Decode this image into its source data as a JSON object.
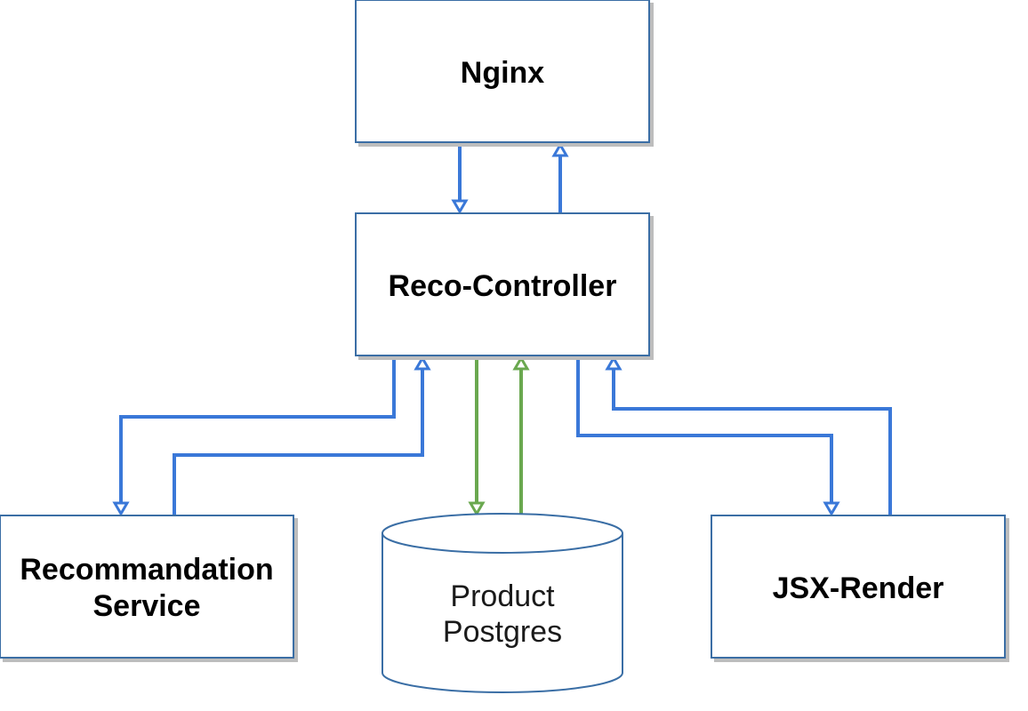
{
  "colors": {
    "node_border": "#3a6ea5",
    "node_fill": "#ffffff",
    "node_shadow": "#c8c8c8",
    "edge_blue": "#3a78d8",
    "edge_green": "#6aa84f",
    "label_text": "#000000"
  },
  "nodes": {
    "nginx": {
      "lines": [
        "Nginx"
      ]
    },
    "reco_controller": {
      "lines": [
        "Reco-Controller"
      ]
    },
    "recommandation_service": {
      "lines": [
        "Recommandation",
        "Service"
      ]
    },
    "product_postgres": {
      "lines": [
        "Product",
        "Postgres"
      ]
    },
    "jsx_render": {
      "lines": [
        "JSX-Render"
      ]
    }
  },
  "edges": [
    {
      "from": "nginx",
      "to": "reco_controller",
      "color": "blue"
    },
    {
      "from": "reco_controller",
      "to": "nginx",
      "color": "blue"
    },
    {
      "from": "reco_controller",
      "to": "recommandation_service",
      "color": "blue"
    },
    {
      "from": "recommandation_service",
      "to": "reco_controller",
      "color": "blue"
    },
    {
      "from": "reco_controller",
      "to": "product_postgres",
      "color": "green"
    },
    {
      "from": "product_postgres",
      "to": "reco_controller",
      "color": "green"
    },
    {
      "from": "reco_controller",
      "to": "jsx_render",
      "color": "blue"
    },
    {
      "from": "jsx_render",
      "to": "reco_controller",
      "color": "blue"
    }
  ]
}
